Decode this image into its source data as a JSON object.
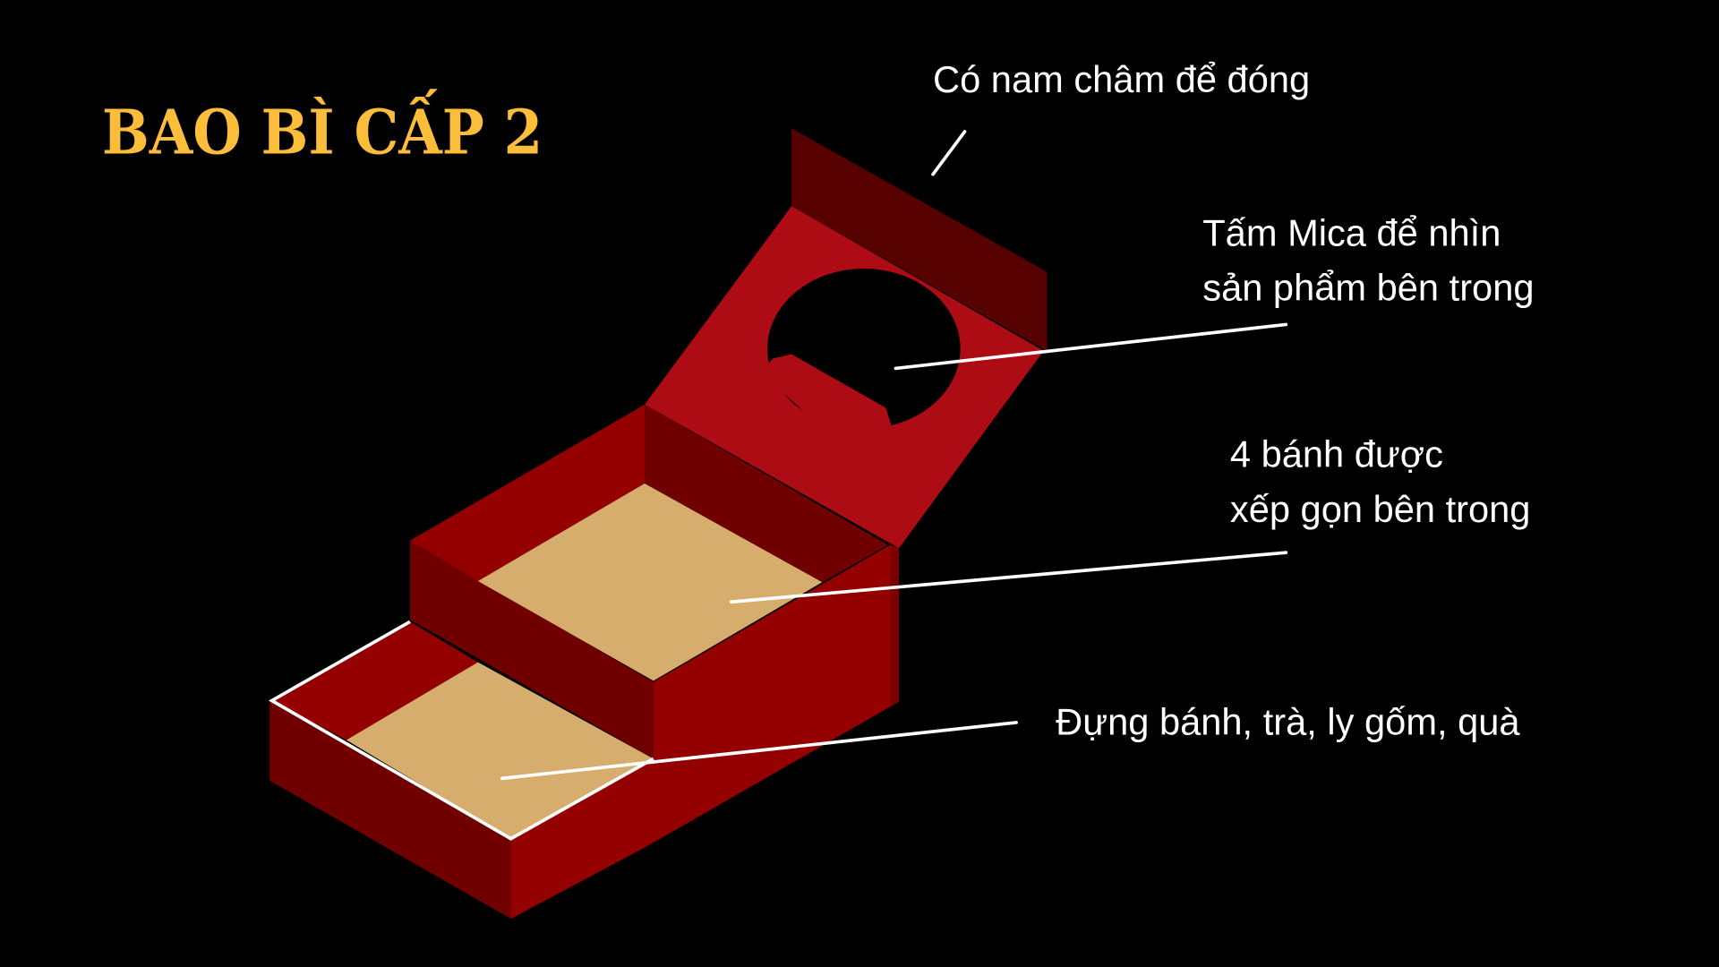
{
  "title": "BAO BÌ CẤP 2",
  "labels": {
    "magnet": "Có nam châm để đóng",
    "mica_line1": "Tấm Mica để nhìn",
    "mica_line2": "sản phẩm bên trong",
    "cakes_line1": "4 bánh được",
    "cakes_line2": "xếp gọn bên trong",
    "drawer": "Đựng bánh, trà, ly gốm, quà"
  },
  "colors": {
    "background": "#000000",
    "title": "#fbbd3a",
    "lid_inner": "#ad0c14",
    "box_red": "#940000",
    "box_dark": "#700000",
    "lid_back": "#560000",
    "tray": "#d6ad6d"
  }
}
